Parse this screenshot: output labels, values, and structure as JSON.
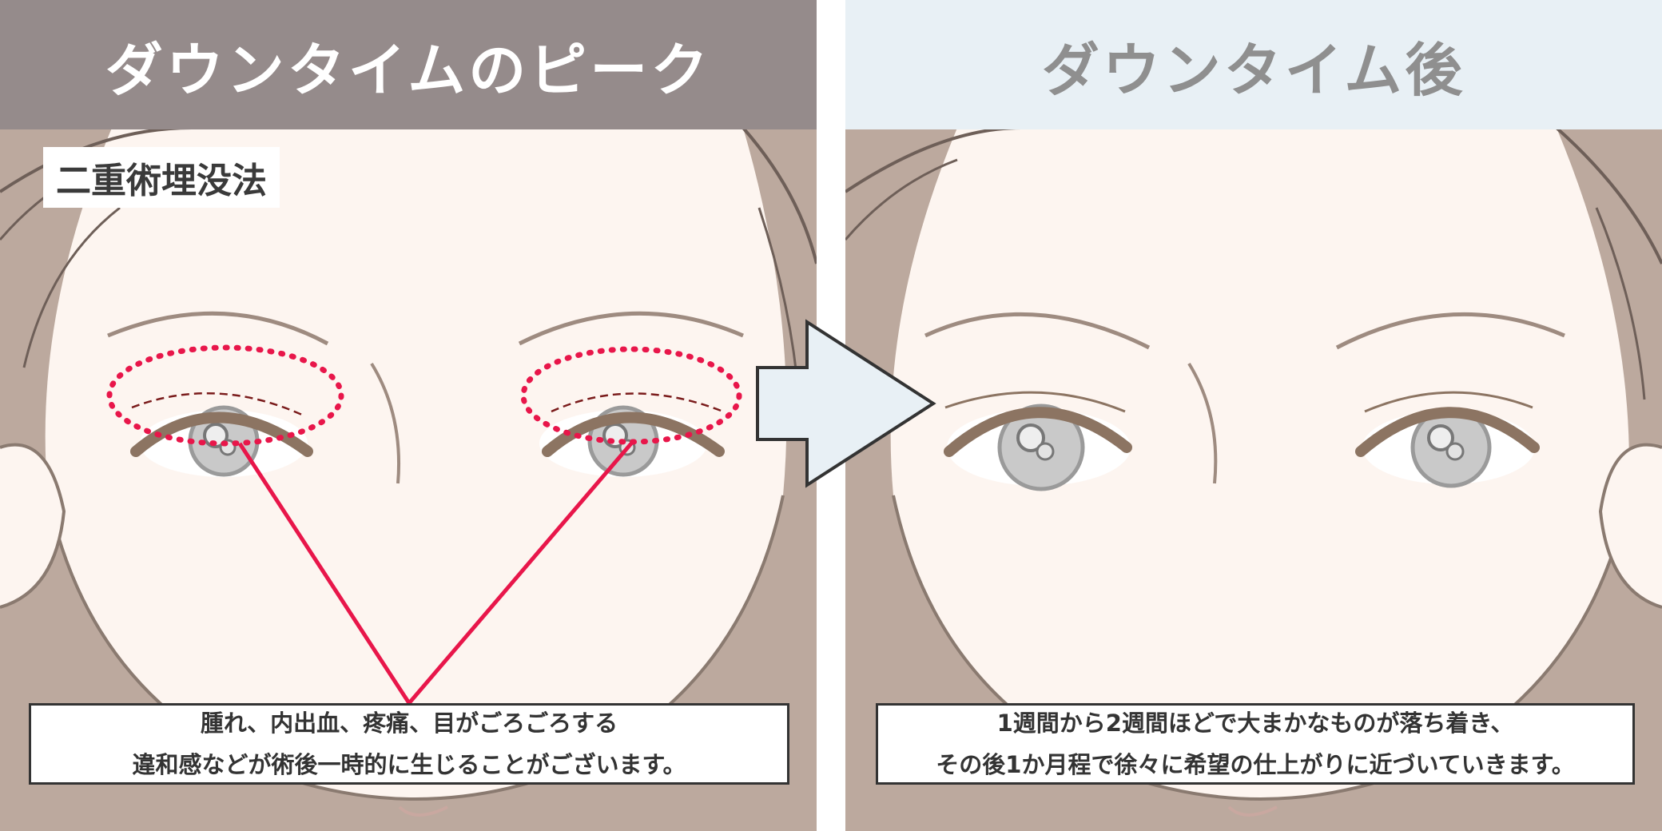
{
  "colors": {
    "left_header_bg": "#958b8b",
    "right_header_bg": "#e8f0f5",
    "skin": "#fdf5f0",
    "hair": "#bca99e",
    "outline": "#8a7a70",
    "highlight_red": "#e8164a",
    "arrow_fill": "#e8f0f5"
  },
  "left": {
    "title": "ダウンタイムのピーク",
    "method_label": "二重術埋没法",
    "caption_lines": [
      "腫れ、内出血、疼痛、目がごろごろする",
      "違和感などが術後一時的に生じることがございます。"
    ]
  },
  "right": {
    "title": "ダウンタイム後",
    "caption_lines": [
      "1週間から2週間ほどで大まかなものが落ち着き、",
      "その後1か月程で徐々に希望の仕上がりに近づいていきます。"
    ]
  },
  "icons": {
    "transition_arrow": "right-arrow-icon"
  }
}
